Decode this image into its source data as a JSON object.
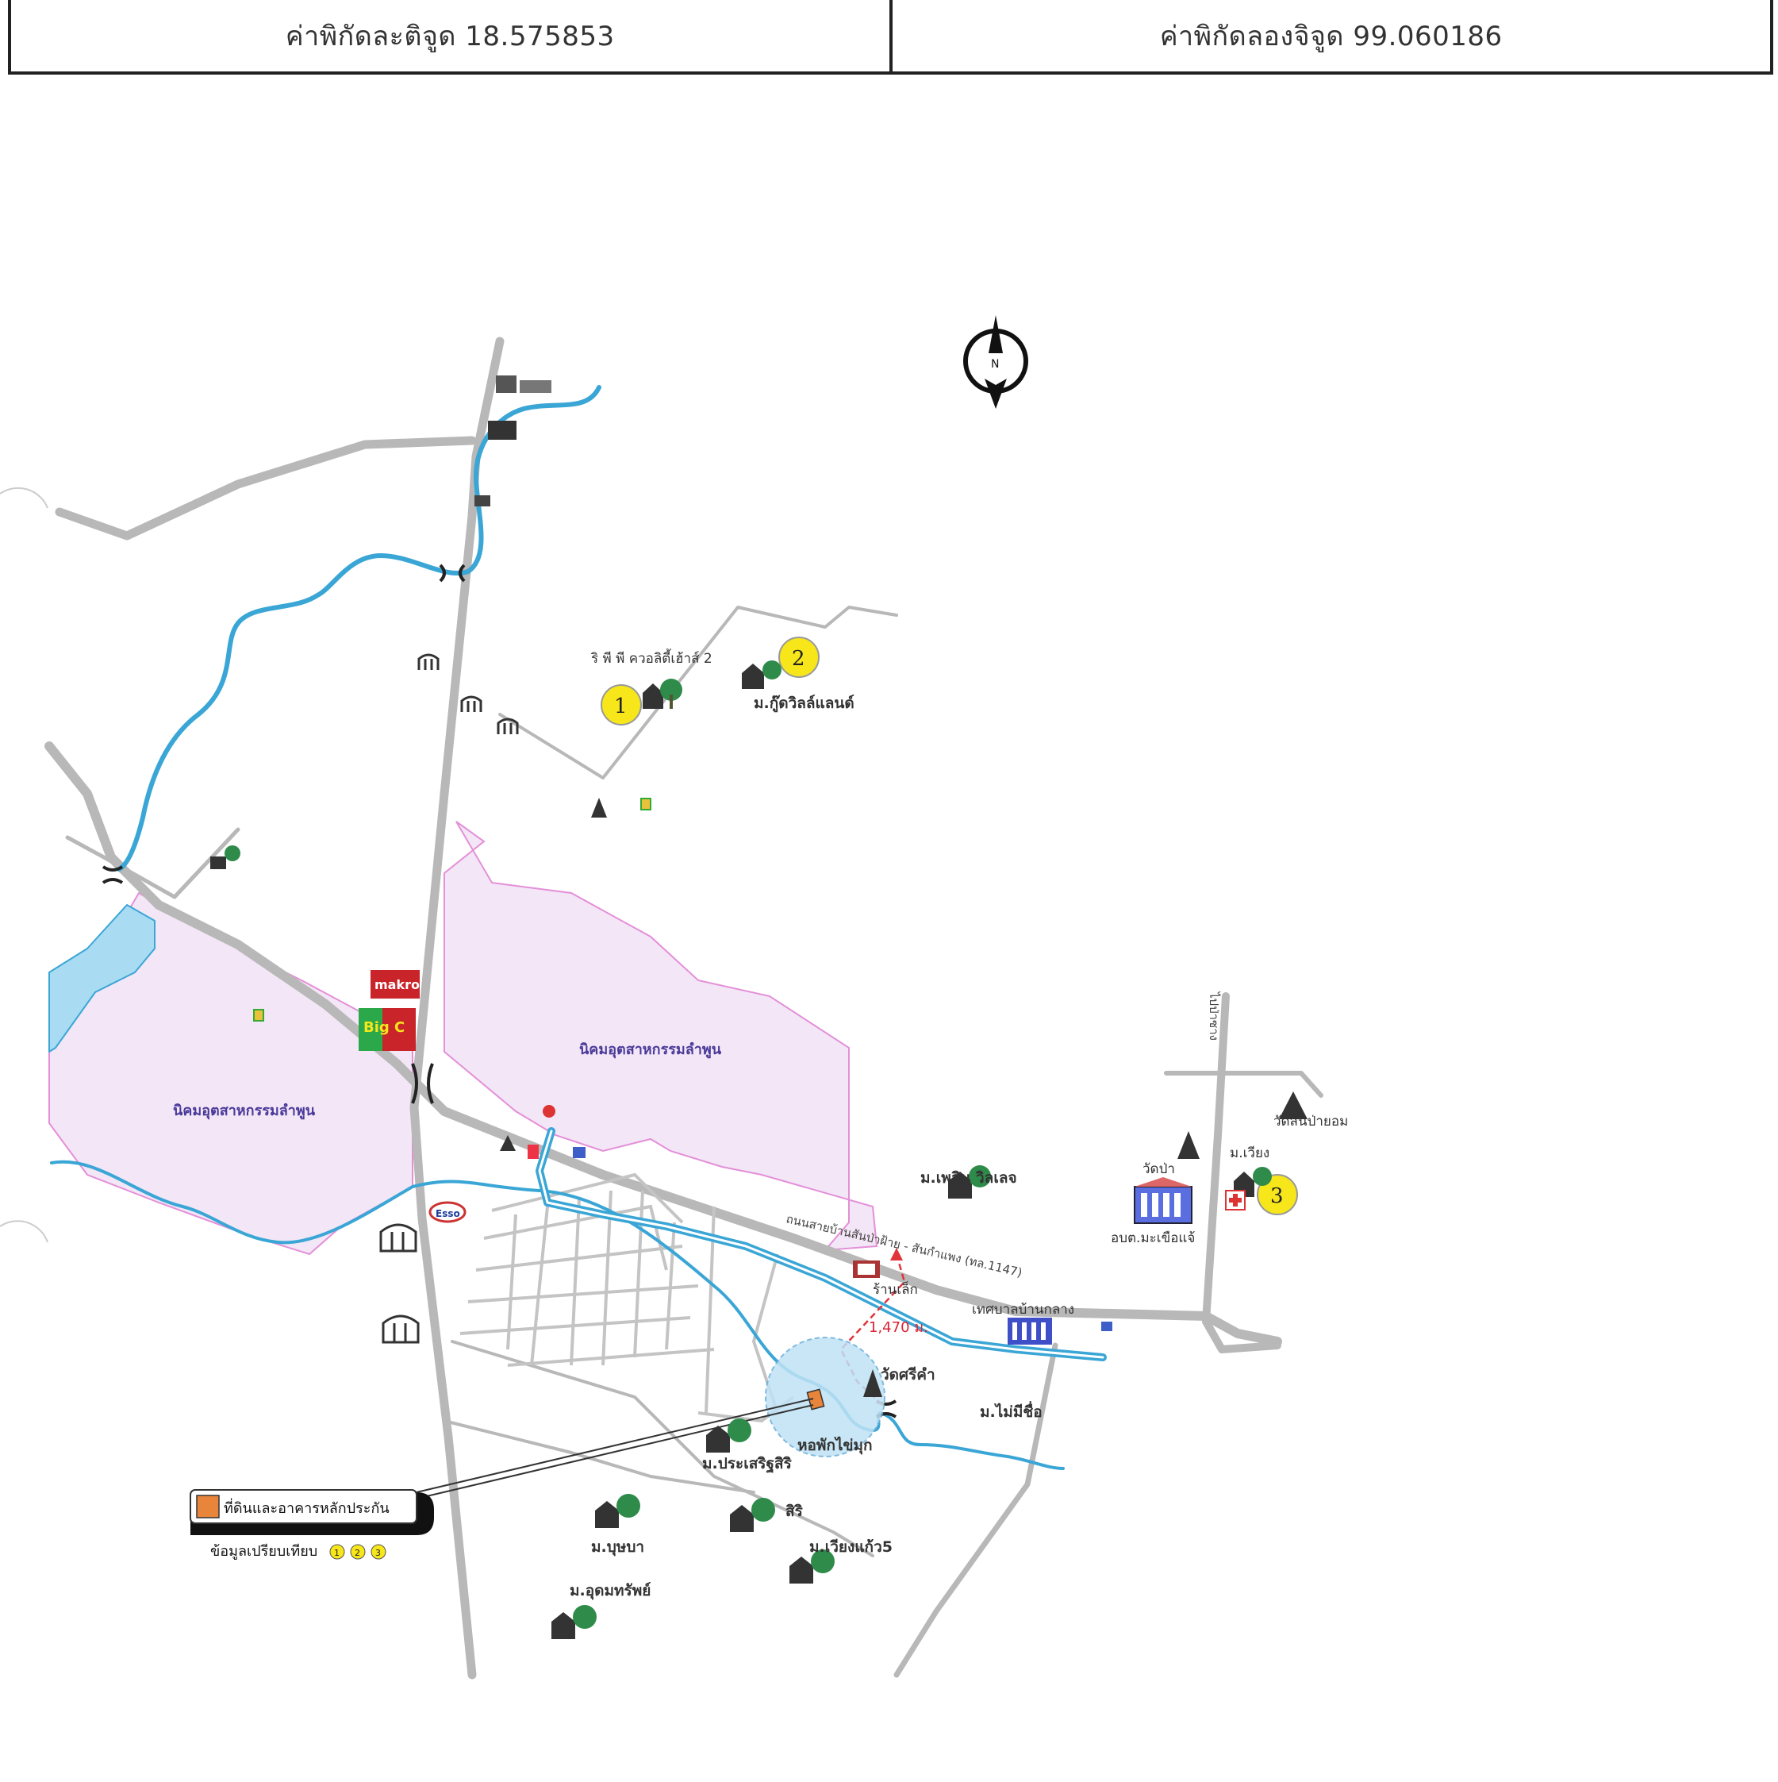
{
  "header": {
    "latitude_label": "ค่าพิกัดละติจูด 18.575853",
    "longitude_label": "ค่าพิกัดลองจิจูด 99.060186"
  },
  "map": {
    "zones": {
      "left": "นิคมอุตสาหกรรมลำพูน",
      "right": "นิคมอุตสาหกรรมลำพูน"
    },
    "places": {
      "condo_1": "ริ พี พี ควอลิตี้เฮ้าส์ 2",
      "good_wills_land": "ม.กู๊ดวิลล์แลนด์",
      "phlern_village": "ม.เพลิน วิลเลจ",
      "wat_si_kham": "วัดศรีคำ",
      "dorm": "หอพักไข่มุก",
      "prasert_siri": "ม.ประเสริฐสิริ",
      "siri": "สิริ",
      "bussaba": "ม.บุษบา",
      "wiang_kaew": "ม.เวียงแก้ว5",
      "udom_sap": "ม.อุดมทรัพย์",
      "mai_mi_chue": "ม.ไม่มีชื่อ",
      "wat_pa": "วัดป่า",
      "wat_sanpa_yom": "วัดสันป่ายอม",
      "wiang_village": "ม.เวียง",
      "hospital": "อบต.มะเขือแจ้",
      "municipal": "เทศบาลบ้านกลาง",
      "road_main": "ถนนสายบ้านสันป่าฝ้าย - สันกำแพง (ทล.1147)",
      "to_pa_sang": "ไปป่าซาง",
      "store_1": "ร้านเล็ก",
      "distance": "1,470 ม."
    },
    "markers": [
      "1",
      "2",
      "3"
    ],
    "brands": {
      "makro": "makro",
      "bigc": "Big C",
      "esso": "Esso"
    },
    "legend": {
      "collateral": "ที่ดินและอาคารหลักประกัน",
      "compare": "ข้อมูลเปรียบเทียบ",
      "dots": [
        "1",
        "2",
        "3"
      ]
    },
    "colors": {
      "road": "#b8b8b8",
      "river": "#3aa6d6",
      "zone_fill": "#f3e6f6",
      "zone_border": "#e48fd8",
      "marker": "#f6e61a",
      "distance": "#e0343a",
      "collateral": "#e8853a"
    }
  }
}
